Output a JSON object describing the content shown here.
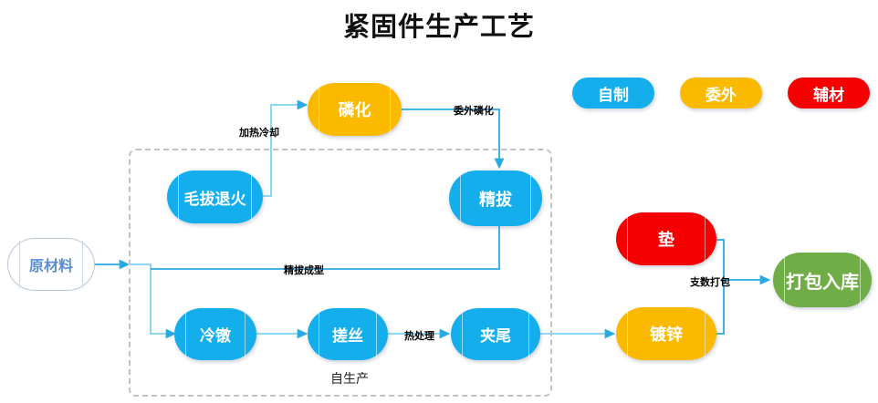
{
  "page": {
    "title": "紧固件生产工艺",
    "background": "#ffffff"
  },
  "colors": {
    "blue": "#14AEEC",
    "amber": "#FBBA00",
    "red": "#F40000",
    "green": "#71AD47",
    "edge": "#29ABE2",
    "dashed_border": "#c2c2c2",
    "raw_material_text": "#5B8FD1"
  },
  "legend": {
    "items": [
      {
        "label": "自制",
        "color": "#14AEEC"
      },
      {
        "label": "委外",
        "color": "#FBBA00"
      },
      {
        "label": "辅材",
        "color": "#F40000"
      }
    ]
  },
  "group": {
    "caption": "自生产"
  },
  "nodes": [
    {
      "id": "raw-material",
      "label": "原材料",
      "style": "white"
    },
    {
      "id": "phosphating",
      "label": "磷化",
      "style": "amber"
    },
    {
      "id": "rough-draw-anneal",
      "label": "毛拔退火",
      "style": "blue"
    },
    {
      "id": "fine-draw",
      "label": "精拔",
      "style": "blue"
    },
    {
      "id": "cold-heading",
      "label": "冷镦",
      "style": "blue"
    },
    {
      "id": "thread-rolling",
      "label": "搓丝",
      "style": "blue"
    },
    {
      "id": "tail-clamping",
      "label": "夹尾",
      "style": "blue"
    },
    {
      "id": "galvanizing",
      "label": "镀锌",
      "style": "amber"
    },
    {
      "id": "washer",
      "label": "垫",
      "style": "red"
    },
    {
      "id": "packing-warehouse",
      "label": "打包入库",
      "style": "green"
    }
  ],
  "edge_labels": [
    {
      "id": "heat-cool",
      "text": "加热冷却"
    },
    {
      "id": "outsourced-phosphating",
      "text": "委外磷化"
    },
    {
      "id": "fine-draw-forming",
      "text": "精拔成型"
    },
    {
      "id": "heat-treatment",
      "text": "热处理"
    },
    {
      "id": "count-packing",
      "text": "支数打包"
    }
  ]
}
